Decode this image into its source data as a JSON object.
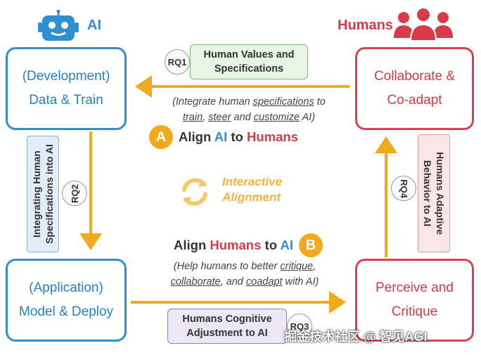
{
  "header": {
    "ai_label": "AI",
    "humans_label": "Humans"
  },
  "boxes": {
    "top_left": [
      "(Development)",
      "Data & Train"
    ],
    "bottom_left": [
      "(Application)",
      "Model & Deploy"
    ],
    "top_right": [
      "Collaborate &",
      "Co-adapt"
    ],
    "bottom_right": [
      "Perceive and",
      "Critique"
    ]
  },
  "tags": {
    "rq1": {
      "circle": "RQ1",
      "label_lines": [
        "Human Values and",
        "Specifications"
      ]
    },
    "rq2": {
      "circle": "RQ2",
      "label_lines": [
        "Integrating Human",
        "Specifications into AI"
      ]
    },
    "rq3": {
      "circle": "RQ3",
      "label_lines": [
        "Humans Cognitive",
        "Adjustment to AI"
      ]
    },
    "rq4": {
      "circle": "RQ4",
      "label_lines": [
        "Humans Adaptive",
        "Behavior to AI"
      ]
    }
  },
  "align_a": {
    "badge": "A",
    "prefix": "Align",
    "ai": "AI",
    "to": "to",
    "humans": "Humans"
  },
  "align_b": {
    "badge": "B",
    "prefix": "Align",
    "humans": "Humans",
    "to": "to",
    "ai": "AI"
  },
  "note_a": {
    "open": "(Integrate human ",
    "spec": "specifications",
    "to": " to",
    "train": "train",
    "comma": ",",
    "steer": "steer",
    "and": " and ",
    "customize": "customize",
    "close": " AI)"
  },
  "note_b": {
    "line1": "(Help humans to better ",
    "critique": "critique",
    "comma1": ",",
    "collaborate": "collaborate",
    "and": ", and ",
    "coadapt": "coadapt",
    "close": " with AI)"
  },
  "center": {
    "line1": "Interactive",
    "line2": "Alignment"
  },
  "watermark": "掘金技术社区 @ 智见AGI",
  "colors": {
    "ai_blue": "#2f8fd0",
    "human_red": "#d93a48",
    "arrow_orange": "#f2a91c"
  }
}
